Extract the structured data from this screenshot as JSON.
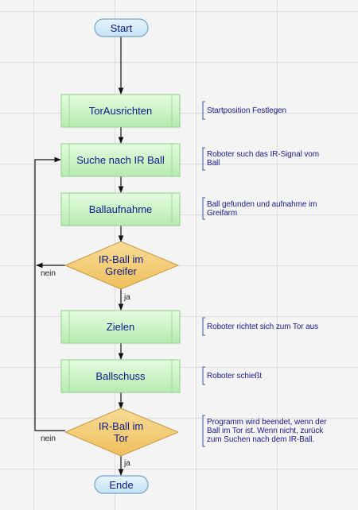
{
  "nodes": {
    "start": "Start",
    "tor_ausrichten": "TorAusrichten",
    "suche": "Suche nach IR Ball",
    "ballaufnahme": "Ballaufnahme",
    "decision1_line1": "IR-Ball im",
    "decision1_line2": "Greifer",
    "zielen": "Zielen",
    "ballschuss": "Ballschuss",
    "decision2_line1": "IR-Ball im",
    "decision2_line2": "Tor",
    "ende": "Ende"
  },
  "notes": {
    "tor_ausrichten": "Startposition Festlegen",
    "suche_line1": "Roboter such das IR-Signal vom",
    "suche_line2": "Ball",
    "ballaufnahme_line1": "Ball gefunden und aufnahme im",
    "ballaufnahme_line2": "Greifarm",
    "zielen": "Roboter richtet sich zum Tor aus",
    "ballschuss": "Roboter schießt",
    "decision2_line1": "Programm wird beendet, wenn der",
    "decision2_line2": "Ball im Tor ist. Wenn nicht, zurück",
    "decision2_line3": "zum Suchen nach dem IR-Ball."
  },
  "edge_labels": {
    "d1_yes": "ja",
    "d1_no": "nein",
    "d2_yes": "ja",
    "d2_no": "nein"
  },
  "colors": {
    "process_fill": "#c9f2c0",
    "process_stroke": "#8fd18a",
    "decision_fill": "#f5cf7c",
    "decision_stroke": "#c89a40",
    "terminal_fill": "#d4ebf8",
    "terminal_stroke": "#6fa5c9",
    "note_bracket": "#3a55a8",
    "edge": "#111111"
  }
}
